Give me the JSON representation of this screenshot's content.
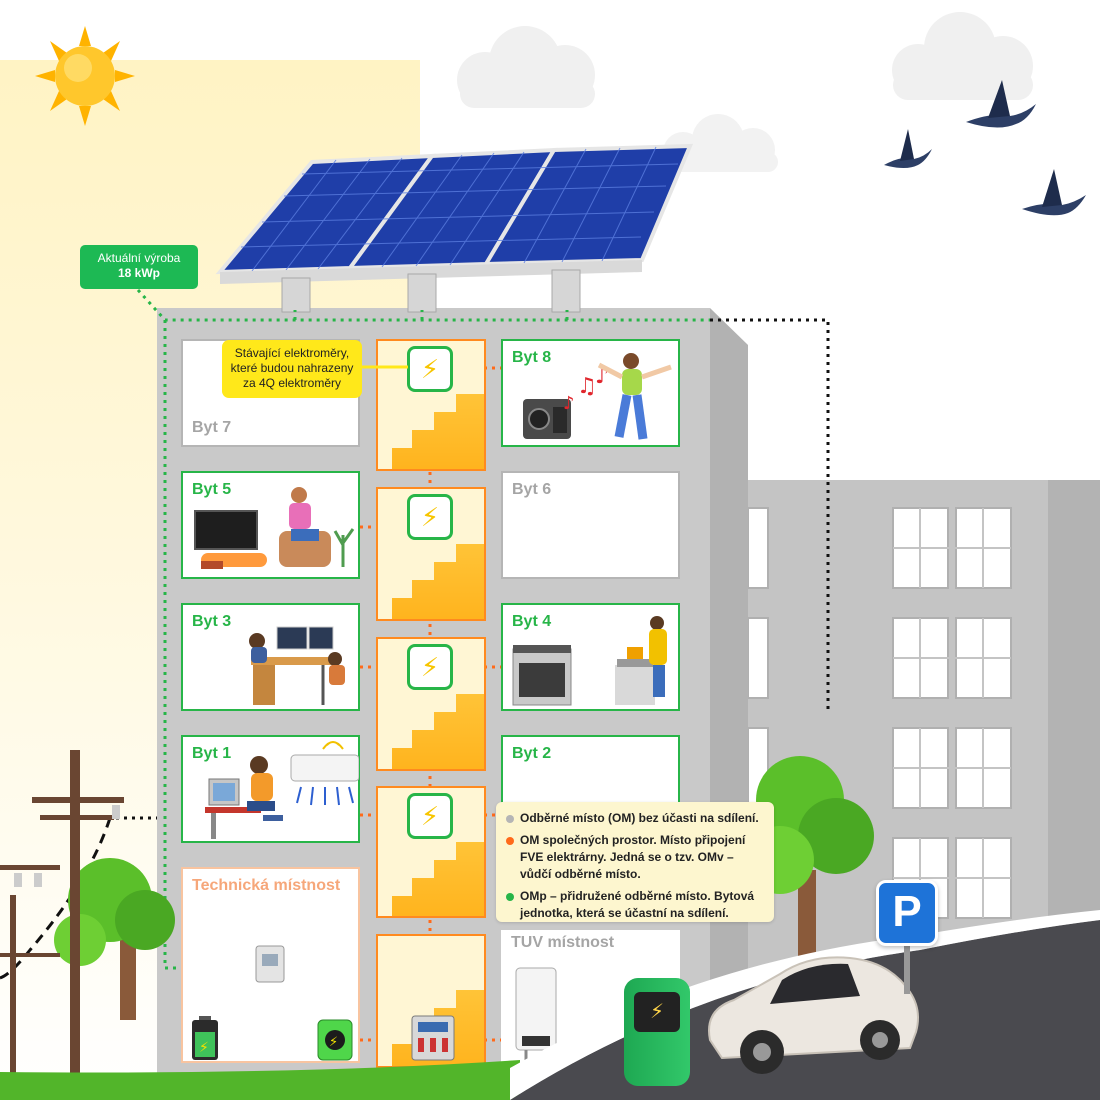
{
  "production": {
    "label": "Aktuální výroba",
    "value": "18 kWp"
  },
  "meter_note": {
    "line1": "Stávající elektroměry,",
    "line2": "které budou nahrazeny",
    "line3": "za 4Q elektroměry"
  },
  "apartments": {
    "byt7": "Byt 7",
    "byt8": "Byt 8",
    "byt5": "Byt 5",
    "byt6": "Byt 6",
    "byt3": "Byt 3",
    "byt4": "Byt 4",
    "byt1": "Byt 1",
    "byt2": "Byt 2"
  },
  "rooms": {
    "technical": "Technická místnost",
    "tuv": "TUV místnost"
  },
  "legend": {
    "om": "Odběrné místo (OM) bez účasti na sdílení.",
    "omv": "OM společných prostor. Místo připojení FVE elektrárny. Jedná se o tzv. OMv – vůdčí odběrné místo.",
    "omp": "OMp – přidružené odběrné místo. Bytová jednotka, která se účastní na sdílení."
  },
  "parking_letter": "P",
  "colors": {
    "om_gray": "#b5b5b5",
    "omv_orange": "#ff6a1a",
    "omp_green": "#27b548",
    "note_yellow": "#ffe81a",
    "building": "#c8c8c8"
  },
  "icons": [
    "sun-icon",
    "cloud-icon",
    "bird-icon",
    "solar-panel-icon",
    "lightning-meter-icon",
    "battery-icon",
    "inverter-icon",
    "boiler-icon",
    "ev-charger-icon",
    "car-icon",
    "parking-sign-icon",
    "power-pole-icon",
    "tree-icon"
  ]
}
